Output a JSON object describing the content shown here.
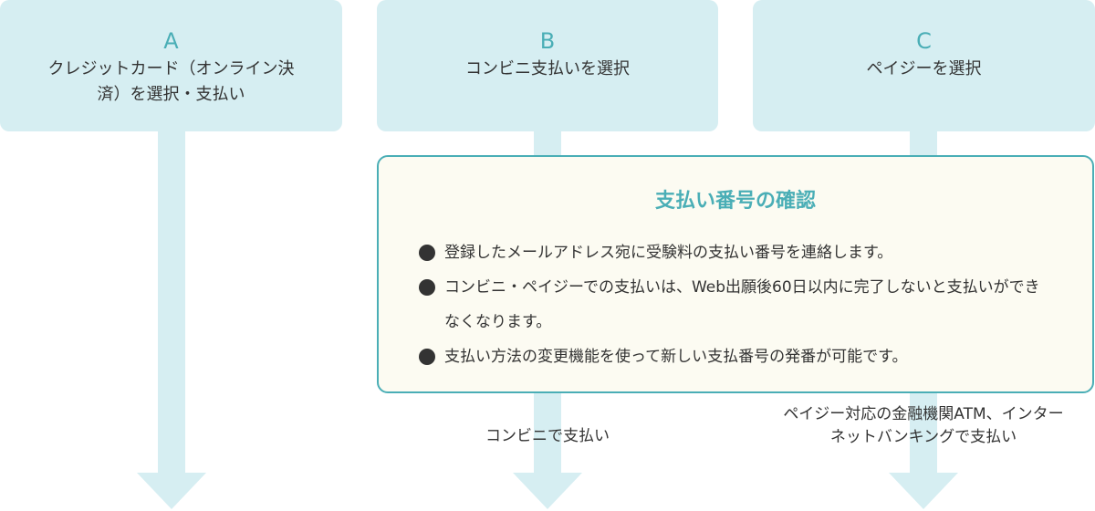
{
  "options": [
    {
      "letter": "A",
      "label": "クレジットカード（オンライン決済）を選択・支払い"
    },
    {
      "letter": "B",
      "label": "コンビニ支払いを選択"
    },
    {
      "letter": "C",
      "label": "ペイジーを選択"
    }
  ],
  "confirmation": {
    "title": "支払い番号の確認",
    "bullets": [
      "登録したメールアドレス宛に受験料の支払い番号を連絡します。",
      "コンビニ・ペイジーでの支払いは、Web出願後60日以内に完了しないと支払いができなくなります。",
      "支払い方法の変更機能を使って新しい支払番号の発番が可能です。"
    ]
  },
  "outcomes": {
    "b": "コンビニで支払い",
    "c": "ペイジー対応の金融機関ATM、インターネットバンキングで支払い"
  }
}
